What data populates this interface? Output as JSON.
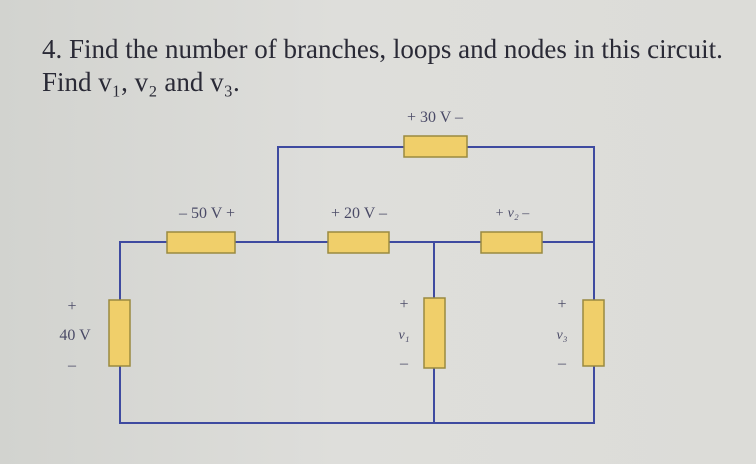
{
  "question": {
    "line1": "4. Find the number of branches, loops and nodes in this circuit.",
    "line2": "Find v₁, v₂ and v₃."
  },
  "circuit": {
    "labels": {
      "top": "+ 30 V –",
      "left_series": "– 50 V +",
      "middle": "+ 20 V –",
      "right_series": "+ v₂ –",
      "source_plus": "+",
      "source_value": "40 V",
      "source_minus": "–",
      "v1_plus": "+",
      "v1_label": "v₁",
      "v1_minus": "–",
      "v3_plus": "+",
      "v3_label": "v₃",
      "v3_minus": "–"
    },
    "colors": {
      "wire": "#3e4aa0",
      "element_fill": "#f0cf6a",
      "element_border": "#9a8a40"
    }
  }
}
